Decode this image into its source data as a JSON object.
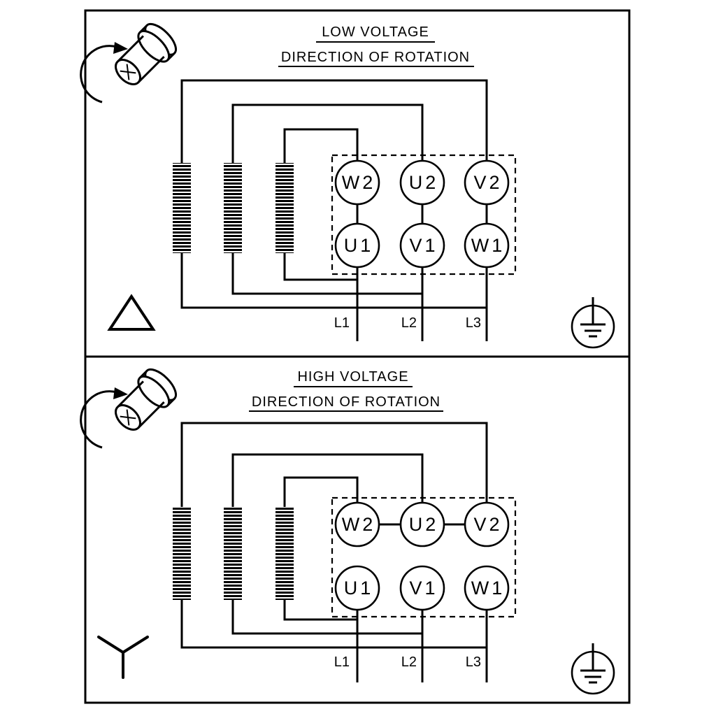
{
  "panels": [
    {
      "title": "LOW VOLTAGE",
      "subtitle": "DIRECTION OF ROTATION",
      "connection_symbol": "delta",
      "terminals_top": [
        "W2",
        "U2",
        "V2"
      ],
      "terminals_bottom": [
        "U1",
        "V1",
        "W1"
      ],
      "supply_lines": [
        "L1",
        "L2",
        "L3"
      ]
    },
    {
      "title": "HIGH VOLTAGE",
      "subtitle": "DIRECTION OF ROTATION",
      "connection_symbol": "star",
      "terminals_top": [
        "W2",
        "U2",
        "V2"
      ],
      "terminals_bottom": [
        "U1",
        "V1",
        "W1"
      ],
      "supply_lines": [
        "L1",
        "L2",
        "L3"
      ]
    }
  ],
  "icons": {
    "shaft": "motor-shaft-rotation",
    "ground": "protective-earth-ground",
    "delta": "delta-connection",
    "star": "star-connection"
  },
  "colors": {
    "line": "#000000",
    "background": "#ffffff"
  }
}
